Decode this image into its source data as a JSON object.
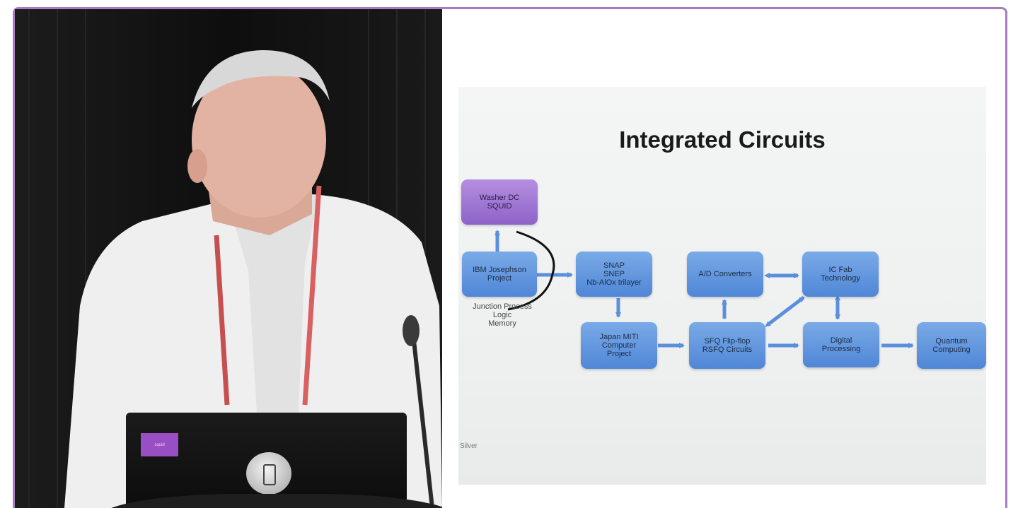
{
  "slide": {
    "title": "Integrated Circuits",
    "footer": "Silver",
    "boxes": {
      "washer": "Washer DC\nSQUID",
      "ibm": "IBM Josephson\nProject",
      "snap": "SNAP\nSNEP\nNb-AlOx trilayer",
      "ad": "A/D Converters",
      "icfab": "IC Fab\nTechnology",
      "japan": "Japan MITI\nComputer\nProject",
      "sfq": "SFQ Flip-flop\nRSFQ Circuits",
      "digital": "Digital\nProcessing",
      "quantum": "Quantum\nComputing"
    },
    "notes": {
      "ibm_sub": "Junction Process\nLogic\nMemory"
    }
  },
  "video": {
    "laptop_sticker": "squid"
  },
  "colors": {
    "frame": "#a97bc2",
    "box_blue": "#5b8fdc",
    "box_purple": "#9a70d0",
    "arrow": "#5b8fdc"
  }
}
